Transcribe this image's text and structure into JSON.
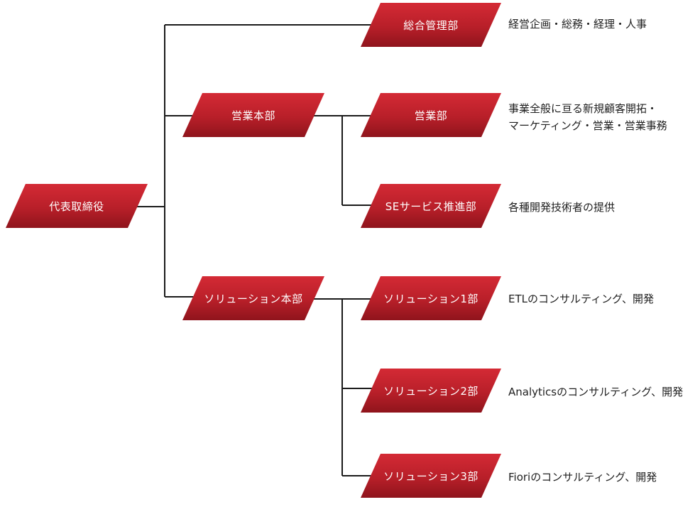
{
  "nodes": {
    "ceo": "代表取締役",
    "general_admin": "総合管理部",
    "sales_hq": "営業本部",
    "sales": "営業部",
    "se_service": "SEサービス推進部",
    "solution_hq": "ソリューション本部",
    "solution1": "ソリューション1部",
    "solution2": "ソリューション2部",
    "solution3": "ソリューション3部"
  },
  "descriptions": {
    "general_admin": [
      "経営企画・総務・経理・人事"
    ],
    "sales": [
      "事業全般に亘る新規顧客開拓・",
      "マーケティング・営業・営業事務"
    ],
    "se_service": [
      "各種開発技術者の提供"
    ],
    "solution1": [
      "ETLのコンサルティング、開発"
    ],
    "solution2": [
      "Analyticsのコンサルティング、開発"
    ],
    "solution3": [
      "Fioriのコンサルティング、開発"
    ]
  },
  "colors": {
    "node_fill": "#c0222d",
    "connector": "#1a1a1a"
  }
}
